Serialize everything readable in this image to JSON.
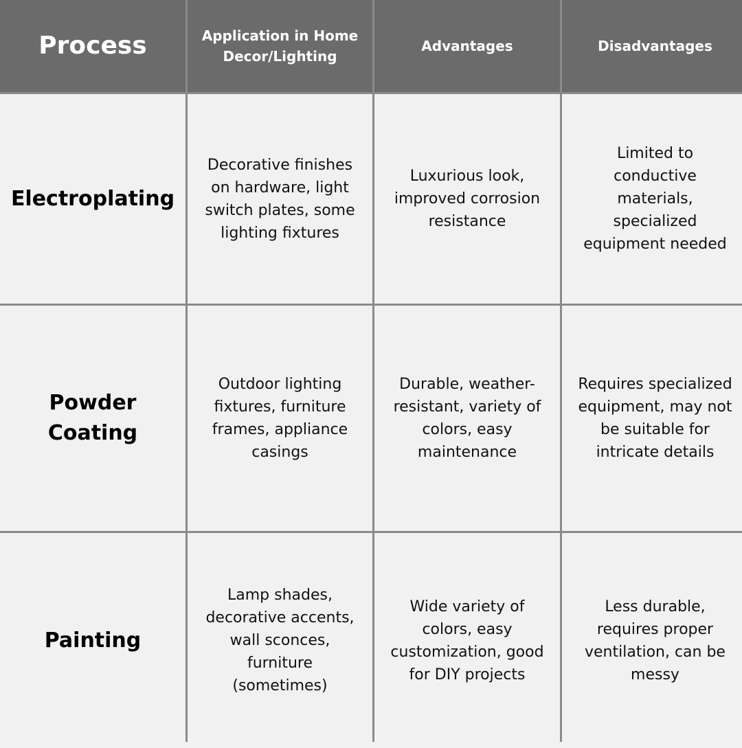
{
  "table": {
    "headers": [
      "Process",
      "Application in Home Decor/Lighting",
      "Advantages",
      "Disadvantages"
    ],
    "rows": [
      {
        "process": "Electroplating",
        "application": "Decorative finishes on hardware, light switch plates, some lighting fixtures",
        "advantages": "Luxurious look, improved corrosion resistance",
        "disadvantages": "Limited to conductive materials, specialized equipment needed"
      },
      {
        "process": "Powder Coating",
        "application": "Outdoor lighting fixtures, furniture frames, appliance casings",
        "advantages": "Durable, weather-resistant, variety of colors, easy maintenance",
        "disadvantages": "Requires specialized equipment, may not be suitable for intricate details"
      },
      {
        "process": "Painting",
        "application": "Lamp shades, decorative accents, wall sconces, furniture (sometimes)",
        "advantages": "Wide variety of colors, easy customization, good for DIY projects",
        "disadvantages": "Less durable, requires proper ventilation, can be messy"
      }
    ]
  },
  "colors": {
    "header_bg": "#6b6b6b",
    "header_text": "#ffffff",
    "cell_bg": "#f1f1f1",
    "grid_line": "#8a8a8a"
  }
}
